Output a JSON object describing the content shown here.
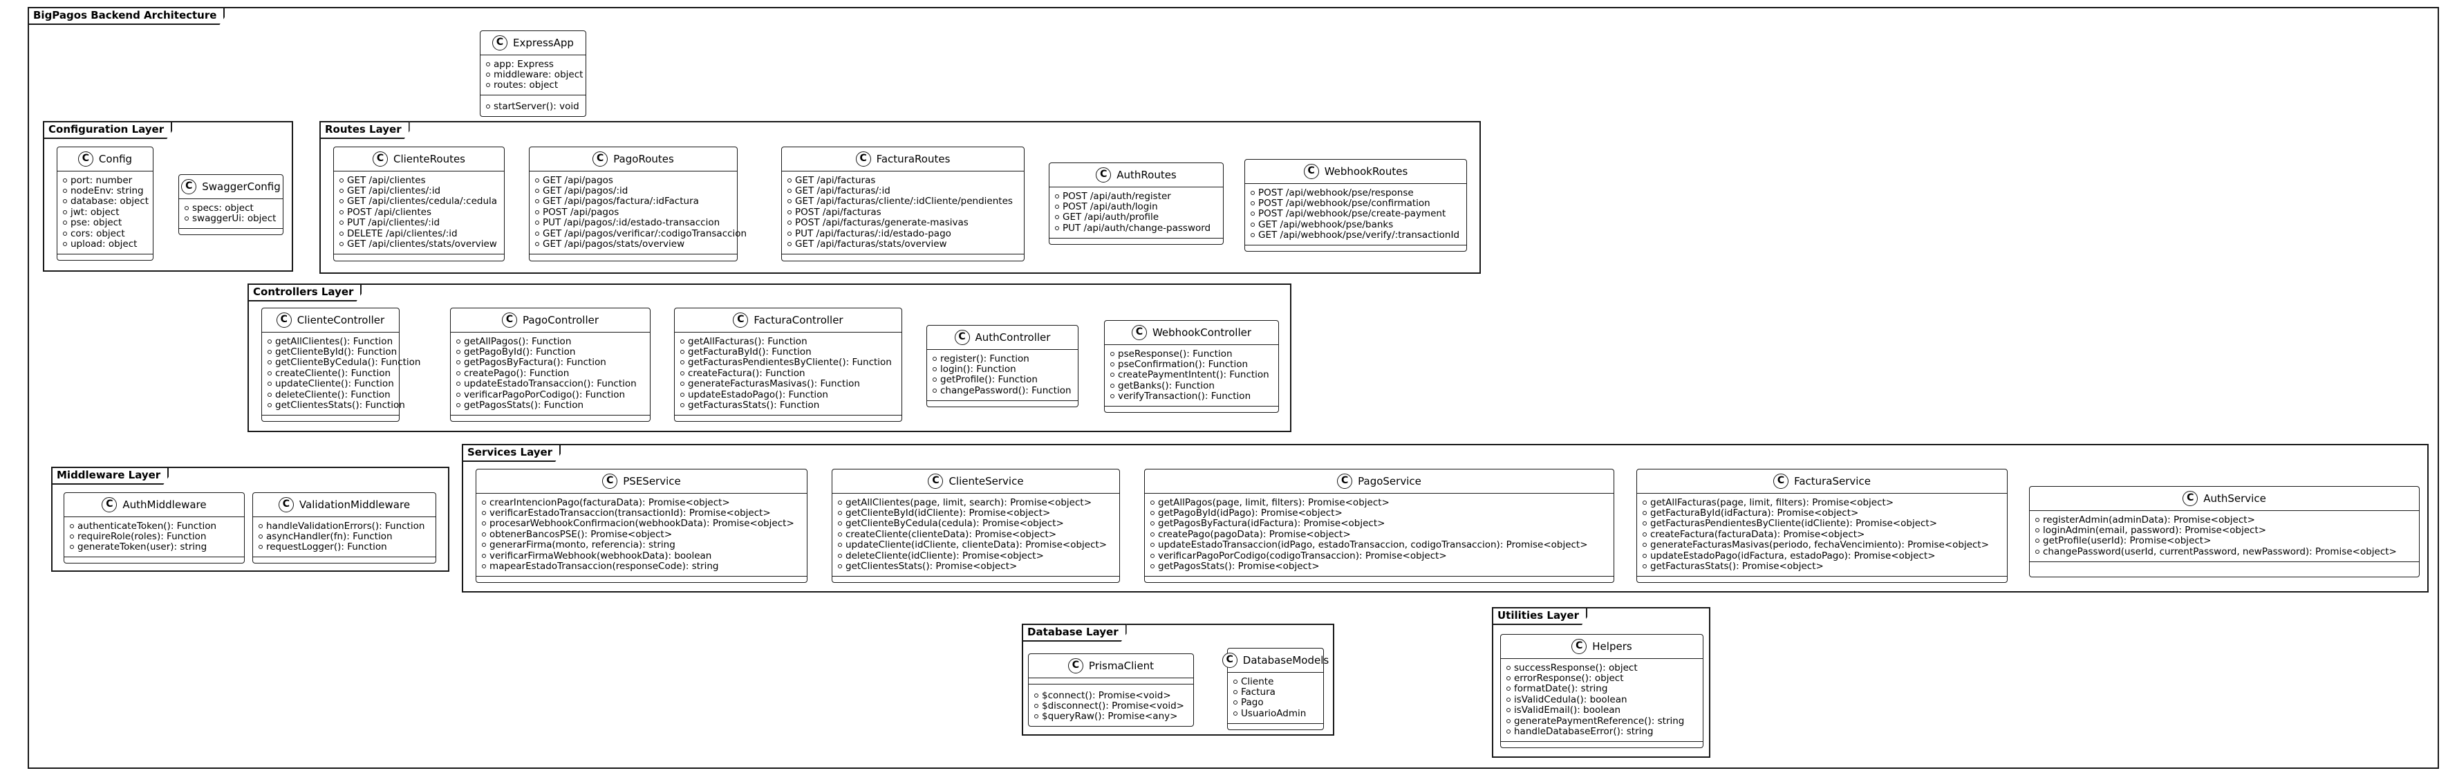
{
  "diagram": {
    "title": "BigPagos Backend Architecture",
    "layers": {
      "config": "Configuration Layer",
      "routes": "Routes Layer",
      "controllers": "Controllers Layer",
      "middleware": "Middleware Layer",
      "services": "Services Layer",
      "database": "Database Layer",
      "utilities": "Utilities Layer"
    },
    "classes": {
      "express_app": {
        "name": "ExpressApp",
        "attributes": [
          "app: Express",
          "middleware: object",
          "routes: object"
        ],
        "methods": [
          "startServer(): void"
        ]
      },
      "config": {
        "name": "Config",
        "attributes": [
          "port: number",
          "nodeEnv: string",
          "database: object",
          "jwt: object",
          "pse: object",
          "cors: object",
          "upload: object"
        ],
        "methods": []
      },
      "swagger_config": {
        "name": "SwaggerConfig",
        "attributes": [
          "specs: object",
          "swaggerUi: object"
        ],
        "methods": []
      },
      "cliente_routes": {
        "name": "ClienteRoutes",
        "attributes": [
          "GET /api/clientes",
          "GET /api/clientes/:id",
          "GET /api/clientes/cedula/:cedula",
          "POST /api/clientes",
          "PUT /api/clientes/:id",
          "DELETE /api/clientes/:id",
          "GET /api/clientes/stats/overview"
        ],
        "methods": []
      },
      "pago_routes": {
        "name": "PagoRoutes",
        "attributes": [
          "GET /api/pagos",
          "GET /api/pagos/:id",
          "GET /api/pagos/factura/:idFactura",
          "POST /api/pagos",
          "PUT /api/pagos/:id/estado-transaccion",
          "GET /api/pagos/verificar/:codigoTransaccion",
          "GET /api/pagos/stats/overview"
        ],
        "methods": []
      },
      "factura_routes": {
        "name": "FacturaRoutes",
        "attributes": [
          "GET /api/facturas",
          "GET /api/facturas/:id",
          "GET /api/facturas/cliente/:idCliente/pendientes",
          "POST /api/facturas",
          "POST /api/facturas/generate-masivas",
          "PUT /api/facturas/:id/estado-pago",
          "GET /api/facturas/stats/overview"
        ],
        "methods": []
      },
      "auth_routes": {
        "name": "AuthRoutes",
        "attributes": [
          "POST /api/auth/register",
          "POST /api/auth/login",
          "GET /api/auth/profile",
          "PUT /api/auth/change-password"
        ],
        "methods": []
      },
      "webhook_routes": {
        "name": "WebhookRoutes",
        "attributes": [
          "POST /api/webhook/pse/response",
          "POST /api/webhook/pse/confirmation",
          "POST /api/webhook/pse/create-payment",
          "GET /api/webhook/pse/banks",
          "GET /api/webhook/pse/verify/:transactionId"
        ],
        "methods": []
      },
      "cliente_controller": {
        "name": "ClienteController",
        "attributes": [
          "getAllClientes(): Function",
          "getClienteById(): Function",
          "getClienteByCedula(): Function",
          "createCliente(): Function",
          "updateCliente(): Function",
          "deleteCliente(): Function",
          "getClientesStats(): Function"
        ],
        "methods": []
      },
      "pago_controller": {
        "name": "PagoController",
        "attributes": [
          "getAllPagos(): Function",
          "getPagoById(): Function",
          "getPagosByFactura(): Function",
          "createPago(): Function",
          "updateEstadoTransaccion(): Function",
          "verificarPagoPorCodigo(): Function",
          "getPagosStats(): Function"
        ],
        "methods": []
      },
      "factura_controller": {
        "name": "FacturaController",
        "attributes": [
          "getAllFacturas(): Function",
          "getFacturaById(): Function",
          "getFacturasPendientesByCliente(): Function",
          "createFactura(): Function",
          "generateFacturasMasivas(): Function",
          "updateEstadoPago(): Function",
          "getFacturasStats(): Function"
        ],
        "methods": []
      },
      "auth_controller": {
        "name": "AuthController",
        "attributes": [
          "register(): Function",
          "login(): Function",
          "getProfile(): Function",
          "changePassword(): Function"
        ],
        "methods": []
      },
      "webhook_controller": {
        "name": "WebhookController",
        "attributes": [
          "pseResponse(): Function",
          "pseConfirmation(): Function",
          "createPaymentIntent(): Function",
          "getBanks(): Function",
          "verifyTransaction(): Function"
        ],
        "methods": []
      },
      "auth_middleware": {
        "name": "AuthMiddleware",
        "attributes": [
          "authenticateToken(): Function",
          "requireRole(roles): Function",
          "generateToken(user): string"
        ],
        "methods": []
      },
      "validation_middleware": {
        "name": "ValidationMiddleware",
        "attributes": [
          "handleValidationErrors(): Function",
          "asyncHandler(fn): Function",
          "requestLogger(): Function"
        ],
        "methods": []
      },
      "pse_service": {
        "name": "PSEService",
        "attributes": [
          "crearIntencionPago(facturaData): Promise<object>",
          "verificarEstadoTransaccion(transactionId): Promise<object>",
          "procesarWebhookConfirmacion(webhookData): Promise<object>",
          "obtenerBancosPSE(): Promise<object>",
          "generarFirma(monto, referencia): string",
          "verificarFirmaWebhook(webhookData): boolean",
          "mapearEstadoTransaccion(responseCode): string"
        ],
        "methods": []
      },
      "cliente_service": {
        "name": "ClienteService",
        "attributes": [
          "getAllClientes(page, limit, search): Promise<object>",
          "getClienteById(idCliente): Promise<object>",
          "getClienteByCedula(cedula): Promise<object>",
          "createCliente(clienteData): Promise<object>",
          "updateCliente(idCliente, clienteData): Promise<object>",
          "deleteCliente(idCliente): Promise<object>",
          "getClientesStats(): Promise<object>"
        ],
        "methods": []
      },
      "pago_service": {
        "name": "PagoService",
        "attributes": [
          "getAllPagos(page, limit, filters): Promise<object>",
          "getPagoById(idPago): Promise<object>",
          "getPagosByFactura(idFactura): Promise<object>",
          "createPago(pagoData): Promise<object>",
          "updateEstadoTransaccion(idPago, estadoTransaccion, codigoTransaccion): Promise<object>",
          "verificarPagoPorCodigo(codigoTransaccion): Promise<object>",
          "getPagosStats(): Promise<object>"
        ],
        "methods": []
      },
      "factura_service": {
        "name": "FacturaService",
        "attributes": [
          "getAllFacturas(page, limit, filters): Promise<object>",
          "getFacturaById(idFactura): Promise<object>",
          "getFacturasPendientesByCliente(idCliente): Promise<object>",
          "createFactura(facturaData): Promise<object>",
          "generateFacturasMasivas(periodo, fechaVencimiento): Promise<object>",
          "updateEstadoPago(idFactura, estadoPago): Promise<object>",
          "getFacturasStats(): Promise<object>"
        ],
        "methods": []
      },
      "auth_service": {
        "name": "AuthService",
        "attributes": [
          "registerAdmin(adminData): Promise<object>",
          "loginAdmin(email, password): Promise<object>",
          "getProfile(userId): Promise<object>",
          "changePassword(userId, currentPassword, newPassword): Promise<object>"
        ],
        "methods": []
      },
      "prisma_client": {
        "name": "PrismaClient",
        "attributes": [],
        "methods": [
          "$connect(): Promise<void>",
          "$disconnect(): Promise<void>",
          "$queryRaw(): Promise<any>"
        ]
      },
      "database_models": {
        "name": "DatabaseModels",
        "attributes": [
          "Cliente",
          "Factura",
          "Pago",
          "UsuarioAdmin"
        ],
        "methods": []
      },
      "helpers": {
        "name": "Helpers",
        "attributes": [
          "successResponse(): object",
          "errorResponse(): object",
          "formatDate(): string",
          "isValidCedula(): boolean",
          "isValidEmail(): boolean",
          "generatePaymentReference(): string",
          "handleDatabaseError(): string"
        ],
        "methods": []
      }
    }
  }
}
